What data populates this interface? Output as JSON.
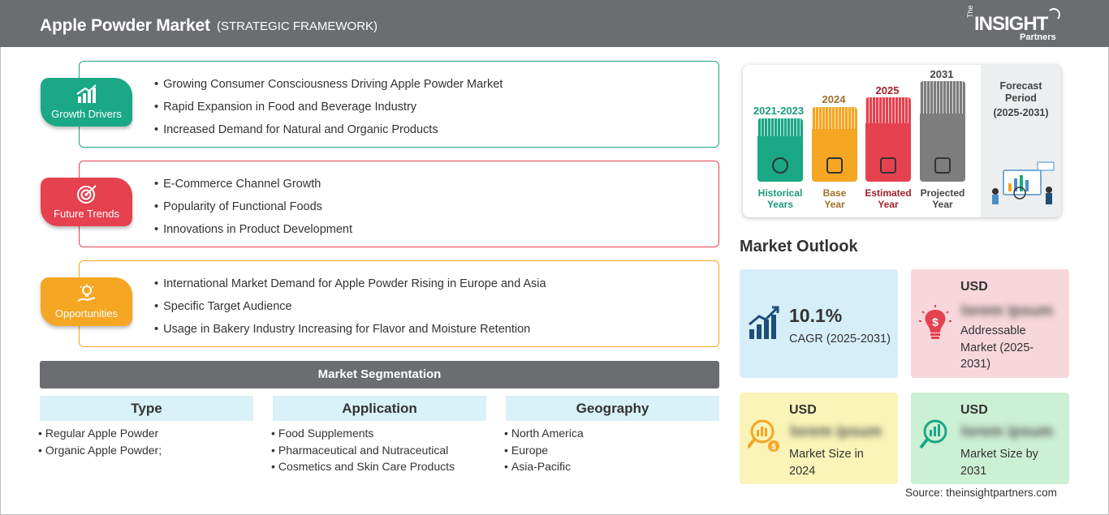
{
  "header": {
    "title": "Apple Powder Market",
    "subtitle": "(STRATEGIC FRAMEWORK)",
    "logo_the": "The",
    "logo_insight": "INSIGHT",
    "logo_partners": "Partners"
  },
  "framework": {
    "growth_drivers": {
      "label": "Growth Drivers",
      "color": "#1aa887",
      "items": [
        "Growing Consumer Consciousness Driving Apple Powder Market",
        "Rapid Expansion in Food and Beverage Industry",
        "Increased Demand for Natural and Organic Products"
      ]
    },
    "future_trends": {
      "label": "Future Trends",
      "color": "#e5414f",
      "items": [
        "E-Commerce Channel Growth",
        "Popularity of Functional Foods",
        "Innovations in Product Development"
      ]
    },
    "opportunities": {
      "label": "Opportunities",
      "color": "#f5a623",
      "items": [
        "International Market Demand for Apple Powder Rising in Europe and Asia",
        "Specific Target Audience",
        "Usage in Bakery Industry Increasing for Flavor and Moisture Retention"
      ]
    }
  },
  "segmentation": {
    "title": "Market Segmentation",
    "columns": [
      {
        "header": "Type",
        "items": [
          "Regular Apple Powder",
          "Organic Apple Powder;"
        ]
      },
      {
        "header": "Application",
        "items": [
          "Food Supplements",
          "Pharmaceutical and Nutraceutical",
          "Cosmetics and Skin Care Products"
        ]
      },
      {
        "header": "Geography",
        "items": [
          "North America",
          "Europe",
          "Asia-Pacific"
        ]
      }
    ]
  },
  "timeline": {
    "bars": [
      {
        "year": "2021-2023",
        "caption": [
          "Historical",
          "Years"
        ],
        "color": "#1aa887",
        "year_color": "#1a9a7c",
        "icon": "history-icon"
      },
      {
        "year": "2024",
        "caption": [
          "Base",
          "Year"
        ],
        "color": "#f5a623",
        "year_color": "#a0702a",
        "icon": "calendar-icon"
      },
      {
        "year": "2025",
        "caption": [
          "Estimated",
          "Year"
        ],
        "color": "#e5414f",
        "year_color": "#a3202c",
        "icon": "settings-chart-icon"
      },
      {
        "year": "2031",
        "caption": [
          "Projected",
          "Year"
        ],
        "color": "#7d7d7d",
        "year_color": "#444444",
        "icon": "presentation-icon"
      }
    ],
    "forecast_title": [
      "Forecast",
      "Period"
    ],
    "forecast_period": "(2025-2031)"
  },
  "outlook": {
    "title": "Market Outlook",
    "cagr": {
      "value": "10.1%",
      "label": "CAGR (2025-2031)",
      "bg": "#d6eef8",
      "icon": "growth-chart-icon"
    },
    "addressable": {
      "currency": "USD",
      "value": "lorem ipsum",
      "desc": [
        "Addressable",
        "Market (2025-",
        "2031)"
      ],
      "bg": "#f8d7dc",
      "icon": "dollar-bulb-icon"
    },
    "size_2024": {
      "currency": "USD",
      "value": "lorem ipsum",
      "desc": [
        "Market Size in",
        "2024"
      ],
      "bg": "#fbf4b8",
      "icon": "money-magnifier-icon"
    },
    "size_2031": {
      "currency": "USD",
      "value": "lorem ipsum",
      "desc": [
        "Market Size by",
        "2031"
      ],
      "bg": "#ccf0d4",
      "icon": "chart-magnifier-icon"
    }
  },
  "source": "Source: theinsightpartners.com"
}
